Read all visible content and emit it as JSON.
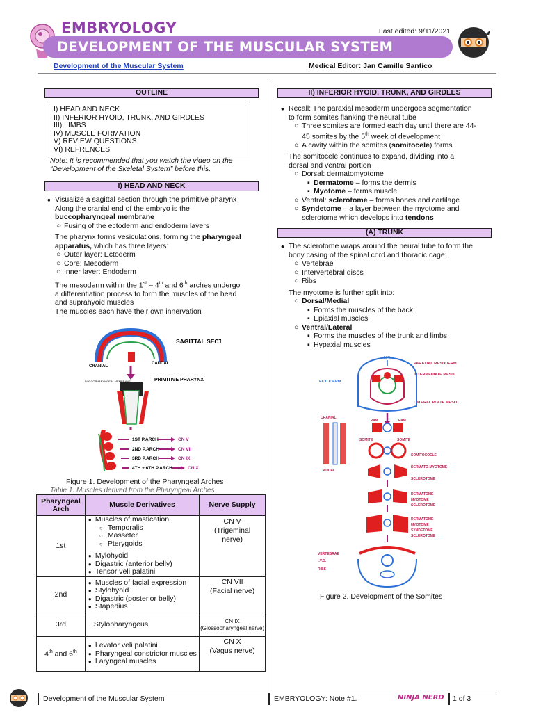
{
  "header": {
    "subject": "EMBRYOLOGY",
    "title": "DEVELOPMENT OF THE MUSCULAR SYSTEM",
    "last_edited": "Last edited: 9/11/2021",
    "link": "Development of the Muscular System",
    "editor": "Medical Editor: Jan Camille Santico"
  },
  "outline": {
    "heading": "OUTLINE",
    "items": [
      "I) HEAD AND NECK",
      "II) INFERIOR HYOID, TRUNK, AND GIRDLES",
      "III) LIMBS",
      "IV) MUSCLE FORMATION",
      "V) REVIEW QUESTIONS",
      "VI) REFRENCES"
    ],
    "note1": "Note: It is recommended that you watch the video on the",
    "note2": "“Development of the Skeletal System” before this."
  },
  "head_neck": {
    "heading": "I)  HEAD AND NECK",
    "b1": "Visualize a sagittal section through the primitive pharynx",
    "b2a": "Along the cranial end of the embryo is the",
    "b2b": "buccopharyngeal membrane",
    "b2s1": "Fusing of the ectoderm and endoderm layers",
    "b3a": "The pharynx forms vesiculations, forming the ",
    "b3b": "pharyngeal",
    "b3c": "apparatus,",
    "b3d": " which has three layers:",
    "b3s1": "Outer layer: Ectoderm",
    "b3s2": "Core: Mesoderm",
    "b3s3": "Inner layer: Endoderm",
    "b4a": "The mesoderm within the 1",
    "b4sup1": "st",
    "b4b": " – 4",
    "b4sup2": "th",
    "b4c": " and 6",
    "b4sup3": "th",
    "b4d": " arches undergo",
    "b4e": "a differentiation process to form the muscles of the head",
    "b4f": "and suprahyoid muscles",
    "b5": "The muscles each have their own innervation"
  },
  "figure1": {
    "caption": "Figure 1. Development of the Pharyngeal Arches",
    "labels": {
      "sagittal": "SAGITTAL SECTION",
      "cranial": "CRANIAL",
      "caudal": "CAUDAL",
      "bucco": "BUCCOPHARYNGEAL MEMBRANE",
      "primitive": "PRIMITIVE PHARYNX",
      "arch1": "1ST P.ARCH",
      "arch2": "2ND P.ARCH",
      "arch3": "3RD P.ARCH",
      "arch46": "4TH + 6TH P.ARCH",
      "cn5": "CN V",
      "cn7": "CN VII",
      "cn9": "CN IX",
      "cn10": "CN X"
    }
  },
  "table1": {
    "caption": "Table 1. Muscles derived from the Pharyngeal Arches",
    "headers": [
      "Pharyngeal Arch",
      "Muscle Derivatives",
      "Nerve Supply"
    ],
    "rows": [
      {
        "arch": "1st",
        "main": "Muscles of mastication",
        "subs": [
          "Temporalis",
          "Masseter",
          "Pterygoids"
        ],
        "more": [
          "Mylohyoid",
          "Digastric (anterior belly)",
          "Tensor veli palatini"
        ],
        "nerve1": "CN V",
        "nerve2": "(Trigeminal nerve)"
      },
      {
        "arch": "2nd",
        "items": [
          "Muscles of facial expression",
          "Stylohyoid",
          "Digastric (posterior belly)",
          "Stapedius"
        ],
        "nerve1": "CN VII",
        "nerve2": "(Facial nerve)"
      },
      {
        "arch": "3rd",
        "muscle": "Stylopharyngeus",
        "nerve1": "CN IX",
        "nerve2": "(Glossopharyngeal nerve)"
      },
      {
        "arch_a": "4",
        "arch_sup1": "th",
        "arch_b": " and 6",
        "arch_sup2": "th",
        "items": [
          "Levator veli palatini",
          "Pharyngeal constrictor muscles",
          "Laryngeal muscles"
        ],
        "nerve1": "CN X",
        "nerve2": "(Vagus nerve)"
      }
    ]
  },
  "inferior": {
    "heading": "II)  INFERIOR HYOID, TRUNK, AND GIRDLES",
    "r1a": "Recall: The paraxial mesoderm undergoes segmentation",
    "r1b": "to form somites flanking the neural tube",
    "r1s1a": "Three somites are formed each day until there are 44-",
    "r1s1b": "45 somites by the 5",
    "r1s1sup": "th",
    "r1s1c": " week of development",
    "r1s2a": "A cavity within the somites (",
    "r1s2b": "somitocele",
    "r1s2c": ") forms",
    "r2a": "The somitocele continues to expand, dividing into a",
    "r2b": "dorsal and ventral portion",
    "r2s1": "Dorsal: dermatomyotome",
    "r2s1q1a": "Dermatome",
    "r2s1q1b": " – forms the dermis",
    "r2s1q2a": "Myotome",
    "r2s1q2b": " – forms muscle",
    "r2s2a": "Ventral: ",
    "r2s2b": "sclerotome",
    "r2s2c": " – forms bones and cartilage",
    "r2s3a": "Syndetome",
    "r2s3b": " – a layer between the myotome and",
    "r2s3c": "sclerotome which develops into ",
    "r2s3d": "tendons"
  },
  "trunk": {
    "heading": "(A)  TRUNK",
    "t1a": "The sclerotome wraps around the neural tube to form the",
    "t1b": "bony casing of the spinal cord and thoracic cage:",
    "t1s": [
      "Vertebrae",
      "Intervertebral discs",
      "Ribs"
    ],
    "t2": "The myotome is further split into:",
    "t2s1": "Dorsal/Medial",
    "t2s1q": [
      "Forms the muscles of the back",
      "Epiaxial muscles"
    ],
    "t2s2": "Ventral/Lateral",
    "t2s2q": [
      "Forms the muscles of the trunk and limbs",
      "Hypaxial muscles"
    ]
  },
  "figure2": {
    "caption": "Figure 2. Development of the Somites",
    "labels": {
      "nt": "N.T.",
      "paraxial": "PARAXIAL MESODERM",
      "intermediate": "INTERMEDIATE MESO.",
      "ectoderm": "ECTODERM",
      "lateral": "LATERAL PLATE MESO.",
      "cranial": "CRANIAL",
      "caudal": "CAUDAL",
      "pam": "PAM",
      "somite": "SOMITE",
      "somitocoele": "SOMITOCOELE",
      "dermatomyotome": "DERMATO-MYOTOME",
      "sclerotome": "SCLEROTOME",
      "dermatome": "DERMATOME",
      "myotome": "MYOTOME",
      "syndetome": "SYNDETOME",
      "vertebrae": "VERTEBRAE",
      "ivd": "I.V.D.",
      "ribs": "RIBS"
    }
  },
  "footer": {
    "left": "Development of the Muscular System",
    "mid": "EMBRYOLOGY: Note #1.",
    "brand": "NINJA NERD",
    "page": "1 of 3"
  }
}
